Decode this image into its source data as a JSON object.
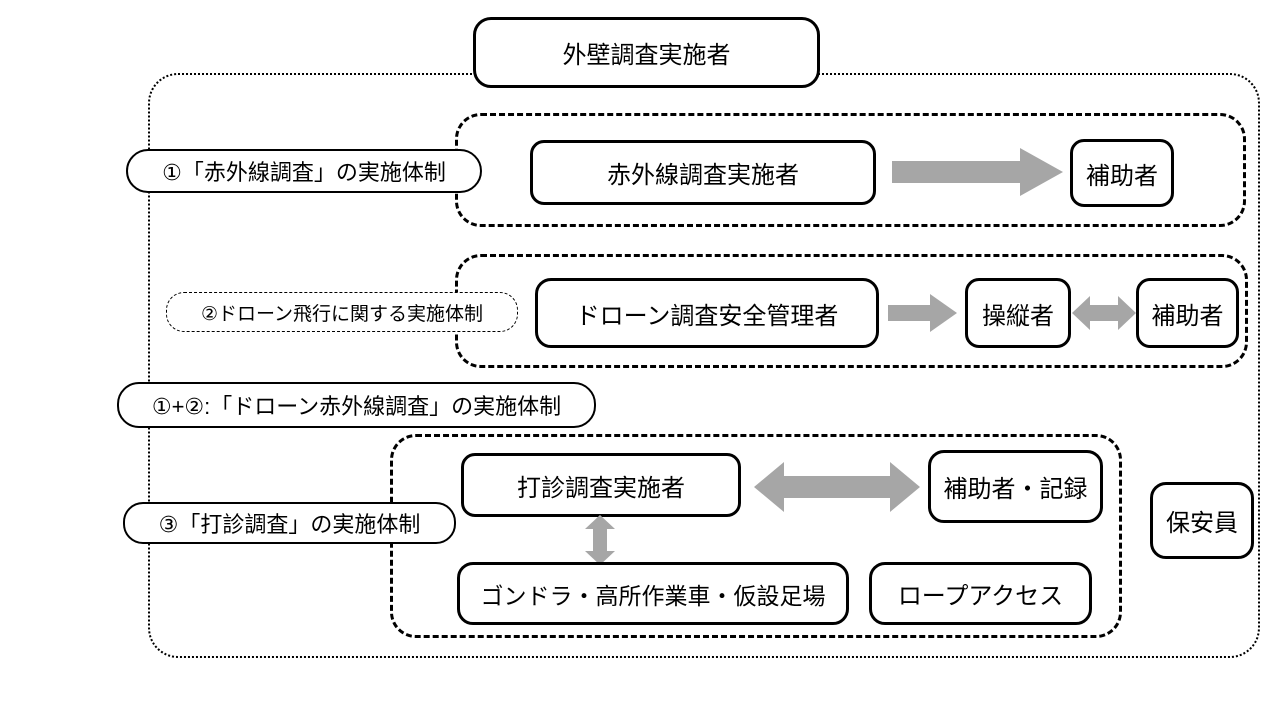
{
  "colors": {
    "background": "#ffffff",
    "line": "#000000",
    "arrow": "#a6a6a6"
  },
  "root": {
    "label": "外壁調査実施者"
  },
  "section1": {
    "label": "①「赤外線調査」の実施体制",
    "implementer": "赤外線調査実施者",
    "assistant": "補助者"
  },
  "section2": {
    "label": "②ドローン飛行に関する実施体制",
    "manager": "ドローン調査安全管理者",
    "operator": "操縦者",
    "assistant": "補助者"
  },
  "combined": {
    "label": "①+②:「ドローン赤外線調査」の実施体制"
  },
  "section3": {
    "label": "③「打診調査」の実施体制",
    "implementer": "打診調査実施者",
    "assistant_record": "補助者・記録",
    "access_methods": "ゴンドラ・高所作業車・仮設足場",
    "rope_access": "ロープアクセス"
  },
  "guard": {
    "label": "保安員"
  }
}
